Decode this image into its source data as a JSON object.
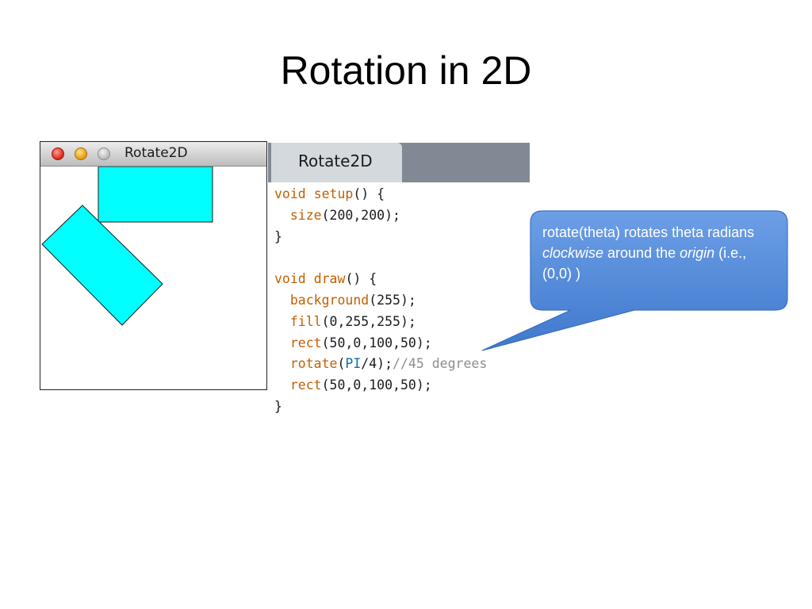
{
  "slide": {
    "title": "Rotation in 2D"
  },
  "sketch_window": {
    "title": "Rotate2D"
  },
  "editor": {
    "tab_label": "Rotate2D",
    "code": {
      "l1_kw1": "void",
      "l1_kw2": "setup",
      "l1_rest": "() {",
      "l2_kw": "size",
      "l2_rest": "(200,200);",
      "l3": "}",
      "l5_kw1": "void",
      "l5_kw2": "draw",
      "l5_rest": "() {",
      "l6_kw": "background",
      "l6_rest": "(255);",
      "l7_kw": "fill",
      "l7_rest": "(0,255,255);",
      "l8_kw": "rect",
      "l8_rest": "(50,0,100,50);",
      "l9_kw": "rotate",
      "l9_open": "(",
      "l9_const": "PI",
      "l9_rest": "/4);",
      "l9_comment": "//45 degrees",
      "l10_kw": "rect",
      "l10_rest": "(50,0,100,50);",
      "l11": "}"
    }
  },
  "callout": {
    "part1": "rotate(theta) rotates theta radians ",
    "em1": "clockwise",
    "part2": " around the ",
    "em2": "origin",
    "part3": " (i.e., (0,0) )"
  },
  "colors": {
    "shape_fill": "#00ffff",
    "callout_fill": "#4f88d8",
    "keyword": "#c35f00",
    "constant": "#0b6fa8"
  }
}
